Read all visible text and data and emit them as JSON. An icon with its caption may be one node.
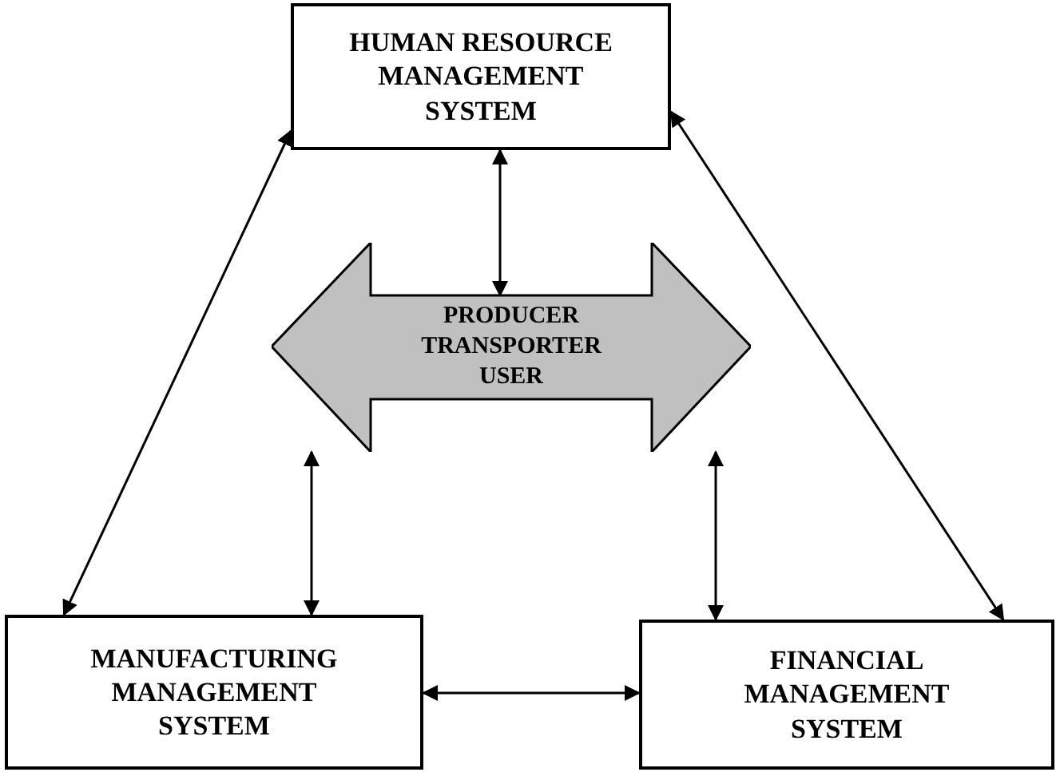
{
  "diagram": {
    "nodes": [
      {
        "text": [
          "HUMAN RESOURCE MANAGEMENT SYSTEM"
        ]
      },
      {
        "text": [
          "PRODUCER TRANSPORTER USER"
        ]
      },
      {
        "text": [
          "MANUFACTURING MANAGEMENT SYSTEM"
        ]
      },
      {
        "text": [
          "FINANCIAL MANAGEMENT SYSTEM"
        ]
      }
    ],
    "edges": [
      {
        "from": 0,
        "to": 1,
        "arrow": "both"
      },
      {
        "from": 2,
        "to": 0,
        "arrow": "both"
      },
      {
        "from": 0,
        "to": 3,
        "arrow": "both"
      },
      {
        "from": 1,
        "to": 2,
        "arrow": "both"
      },
      {
        "from": 1,
        "to": 3,
        "arrow": "both"
      },
      {
        "from": 2,
        "to": 3,
        "arrow": "both"
      }
    ]
  }
}
